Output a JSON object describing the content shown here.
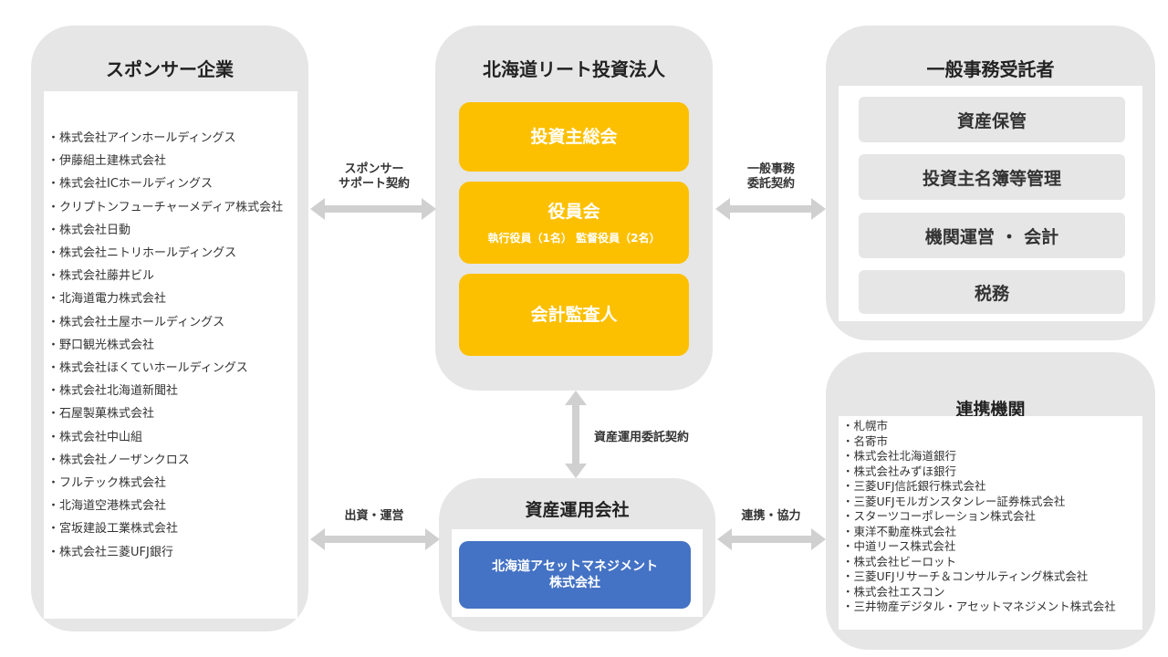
{
  "sponsor": {
    "title": "スポンサー企業",
    "items": [
      "株式会社アインホールディングス",
      "伊藤組土建株式会社",
      "株式会社ICホールディングス",
      "クリプトンフューチャーメディア株式会社",
      "株式会社日動",
      "株式会社ニトリホールディングス",
      "株式会社藤井ビル",
      "北海道電力株式会社",
      "株式会社土屋ホールディングス",
      "野口観光株式会社",
      "株式会社ほくていホールディングス",
      "株式会社北海道新聞社",
      "石屋製菓株式会社",
      "株式会社中山組",
      "株式会社ノーザンクロス",
      "フルテック株式会社",
      "北海道空港株式会社",
      "宮坂建設工業株式会社",
      "株式会社三菱UFJ銀行"
    ]
  },
  "reit": {
    "title": "北海道リート投資法人",
    "general_meeting": "投資主総会",
    "board": "役員会",
    "board_sub_exec": "執行役員（1名）",
    "board_sub_supervisory": "監督役員（2名）",
    "auditor": "会計監査人"
  },
  "admin": {
    "title": "一般事務受託者",
    "items": [
      "資産保管",
      "投資主名簿等管理",
      "機関運営 ・ 会計",
      "税務"
    ]
  },
  "partners": {
    "title": "連携機関",
    "items": [
      "札幌市",
      "名寄市",
      "株式会社北海道銀行",
      "株式会社みずほ銀行",
      "三菱UFJ信託銀行株式会社",
      "三菱UFJモルガンスタンレー証券株式会社",
      "スターツコーポレーション株式会社",
      "東洋不動産株式会社",
      "中道リース株式会社",
      "株式会社ビーロット",
      "三菱UFJリサーチ＆コンサルティング株式会社",
      "株式会社エスコン",
      "三井物産デジタル・アセットマネジメント株式会社"
    ]
  },
  "asset_manager": {
    "title": "資産運用会社",
    "company_line1": "北海道アセットマネジメント",
    "company_line2": "株式会社"
  },
  "relations": {
    "sponsor_support_line1": "スポンサー",
    "sponsor_support_line2": "サポート契約",
    "admin_contract_line1": "一般事務",
    "admin_contract_line2": "委託契約",
    "asset_mgmt_contract": "資産運用委託契約",
    "investment": "出資・運営",
    "cooperation": "連携・協力"
  },
  "colors": {
    "panel_gray": "#e6e6e6",
    "yellow": "#fdc000",
    "blue": "#4472c4",
    "arrow": "#d0d0d0"
  }
}
